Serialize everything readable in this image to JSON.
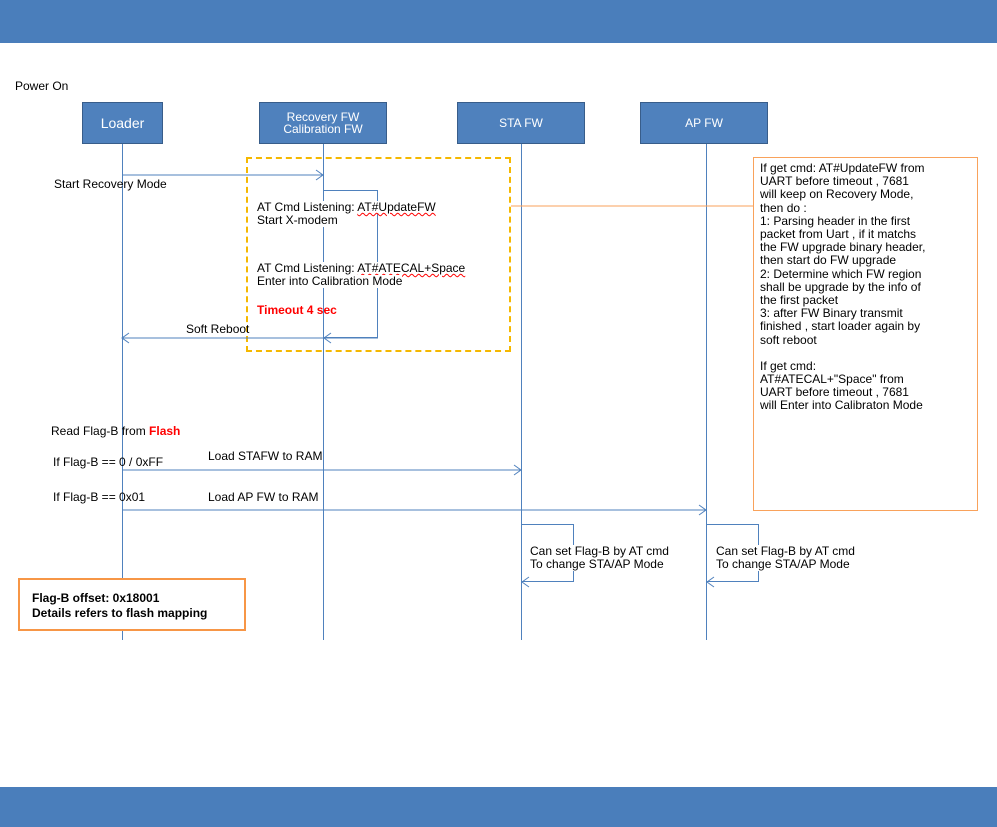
{
  "header": {
    "color": "#4a7ebb"
  },
  "power_on": "Power On",
  "lifelines": {
    "loader": "Loader",
    "recovery": [
      "Recovery FW",
      "Calibration FW"
    ],
    "sta": "STA FW",
    "ap": "AP FW"
  },
  "messages": {
    "start_recovery": "Start Recovery Mode",
    "at_update_prefix": "AT Cmd Listening:",
    "at_update_cmd": "AT#UpdateFW",
    "start_xmodem": "Start X-modem",
    "at_cal_prefix": "AT Cmd Listening:",
    "at_cal_cmd": "AT#ATECAL+Space",
    "enter_cal": "Enter into Calibration Mode",
    "timeout_label": "Timeout  4 sec",
    "soft_reboot": "Soft Reboot",
    "read_flag_prefix": "Read Flag-B from",
    "read_flag_flash": "Flash",
    "if_flag_0": "If  Flag-B == 0 / 0xFF",
    "load_sta": "Load STAFW to RAM",
    "if_flag_1": "If  Flag-B == 0x01",
    "load_ap": "Load AP FW to RAM",
    "sta_self": [
      "Can set Flag-B by AT cmd",
      "To  change STA/AP Mode"
    ],
    "ap_self": [
      "Can set Flag-B by AT cmd",
      "To  change STA/AP Mode"
    ]
  },
  "note": {
    "lines": [
      "If  get cmd: AT#UpdateFW from",
      "UART  before timeout ,  7681",
      "will keep on Recovery Mode,",
      "then do :",
      "1:  Parsing header in the first",
      "packet from Uart , if it matchs",
      "the FW upgrade binary header,",
      "then start do FW upgrade",
      "2:  Determine which FW region",
      "shall be upgrade by the info of",
      "the first packet",
      "3:   after FW Binary transmit",
      "finished , start loader again by",
      "soft reboot",
      "",
      "If  get cmd:",
      "AT#ATECAL+\"Space\"  from",
      "UART  before timeout ,  7681",
      "will Enter into Calibraton Mode"
    ]
  },
  "flag_box": {
    "line1": "Flag-B offset:  0x18001",
    "line2": "Details refers to flash mapping"
  },
  "colors": {
    "lifeline": "#4f81bd",
    "frame": "#f5b800",
    "note_border": "#f9a25b",
    "flag_border": "#f79646",
    "highlight": "#ff0000"
  }
}
